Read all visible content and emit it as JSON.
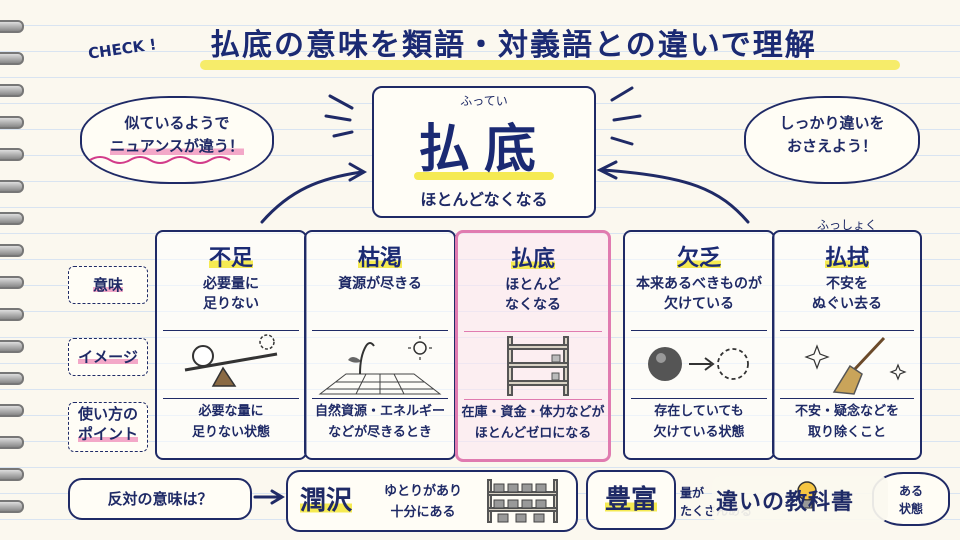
{
  "header": {
    "check": "CHECK",
    "title": "払底の意味を類語・対義語との違いで理解"
  },
  "bubbles": {
    "left": [
      "似ているようで",
      "ニュアンスが違う！"
    ],
    "right": [
      "しっかり違いを",
      "おさえよう！"
    ]
  },
  "main_word": {
    "reading": "ふってい",
    "word": "払底",
    "meaning": "ほとんどなくなる"
  },
  "row_labels": {
    "meaning": "意味",
    "image": "イメージ",
    "usage_1": "使い方の",
    "usage_2": "ポイント"
  },
  "columns": [
    {
      "word": "不足",
      "reading": "",
      "meaning": [
        "必要量に",
        "足りない"
      ],
      "usage": [
        "必要な量に",
        "足りない状態"
      ],
      "image_icon": "seesaw-icon"
    },
    {
      "word": "枯渇",
      "reading": "",
      "meaning": [
        "資源が尽きる",
        ""
      ],
      "usage": [
        "自然資源・エネルギー",
        "などが尽きるとき"
      ],
      "image_icon": "withered-plant-icon"
    },
    {
      "word": "払底",
      "reading": "",
      "meaning": [
        "ほとんど",
        "なくなる"
      ],
      "usage": [
        "在庫・資金・体力などが",
        "ほとんどゼロになる"
      ],
      "image_icon": "empty-shelf-icon"
    },
    {
      "word": "欠乏",
      "reading": "",
      "meaning": [
        "本来あるべきものが",
        "欠けている"
      ],
      "usage": [
        "存在していても",
        "欠けている状態"
      ],
      "image_icon": "missing-ball-icon"
    },
    {
      "word": "払拭",
      "reading": "ふっしょく",
      "meaning": [
        "不安を",
        "ぬぐい去る"
      ],
      "usage": [
        "不安・疑念などを",
        "取り除くこと"
      ],
      "image_icon": "broom-icon"
    }
  ],
  "bottom": {
    "question": "反対の意味は？",
    "antonym1": "潤沢",
    "antonym1_desc": [
      "ゆとりがあり",
      "十分にある"
    ],
    "antonym2": "豊富",
    "antonym2_desc": [
      "量が",
      "たくさんある"
    ],
    "logo": "違いの教科書",
    "bubble_tail": [
      "ある",
      "状態"
    ]
  },
  "colors": {
    "ink": "#1f2a66",
    "highlight": "#f5ea52",
    "accent_pink": "#e07bb0"
  }
}
